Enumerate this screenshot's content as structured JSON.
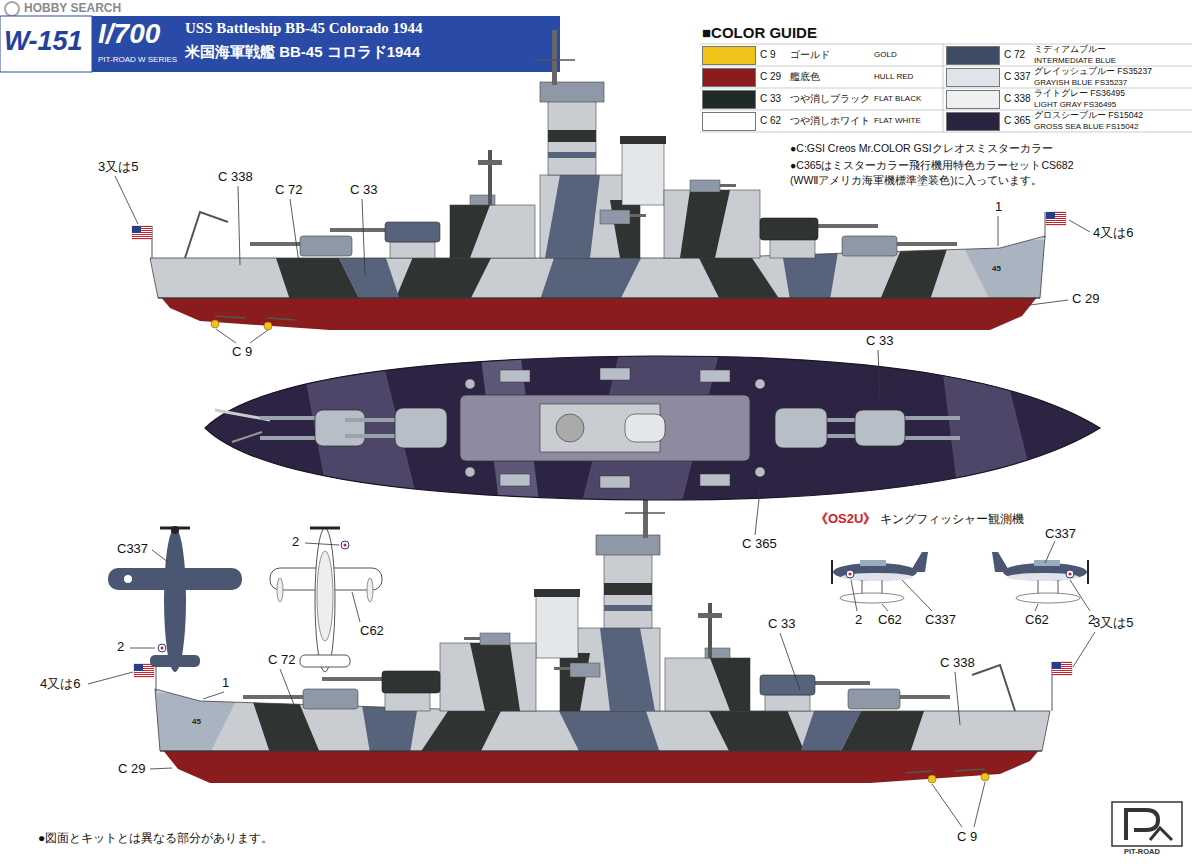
{
  "diagram": {
    "title": "USS Battleship BB-45 Colorado 1944",
    "caption": "●図面とキットとは異なる部分があります。",
    "labels": [
      "HOBBY SEARCH",
      "W-151",
      "I/700",
      "PIT-ROAD W SERIES",
      "米国海軍戦艦 BB-45 コロラド1944",
      "■COLOR GUIDE",
      "ゴールド",
      "GOLD",
      "艦底色",
      "HULL RED",
      "つや消しブラック",
      "FLAT BLACK",
      "つや消しホワイト",
      "FLAT WHITE",
      "ミディアムブルー",
      "INTERMEDIATE BLUE",
      "グレイッシュブルー FS35237",
      "GRAYISH BLUE FS35237",
      "ライトグレー FS36495",
      "LIGHT GRAY FS36495",
      "グロスシーブルー FS15042",
      "GROSS SEA BLUE FS15042",
      "●C:GSI Creos Mr.COLOR GSIクレオスミスターカラー",
      "●C365はミスターカラー飛行機用特色カラーセットCS682 (WWⅡアメリカ海軍機標準塗装色)に入っています。",
      "3又は5",
      "C 338",
      "C 72",
      "C 33",
      "1",
      "4又は6",
      "C 29",
      "C 9",
      "45",
      "C 33",
      "C 365",
      "C337",
      "2",
      "2",
      "C62",
      "《OS2U》",
      "キングフィッシャー観測機",
      "C337",
      "2",
      "C62",
      "C337",
      "C62",
      "2",
      "C 33",
      "C 72",
      "1",
      "4又は6",
      "C 338",
      "3又は5",
      "C 29",
      "C 9",
      "45",
      "PIT-ROAD"
    ],
    "legend": [
      {
        "text": "C 9",
        "color": "#f2c31a"
      },
      {
        "text": "C 29",
        "color": "#8a1c1e"
      },
      {
        "text": "C 33",
        "color": "#1f2a26"
      },
      {
        "text": "C 62",
        "color": "#ffffff"
      },
      {
        "text": "C 72",
        "color": "#3f4a64"
      },
      {
        "text": "C 337",
        "color": "#dfe4ea"
      },
      {
        "text": "C 338",
        "color": "#eef0f2"
      },
      {
        "text": "C 365",
        "color": "#2b2440"
      }
    ]
  }
}
